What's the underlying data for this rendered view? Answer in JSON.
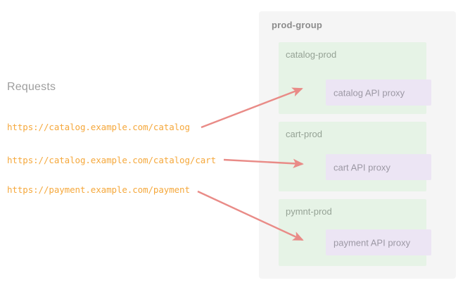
{
  "diagram": {
    "background": "#ffffff",
    "requests_section": {
      "label": "Requests",
      "label_color": "#9e9e9e",
      "url_color": "#f5a83c",
      "urls": [
        "https://catalog.example.com/catalog",
        "https://catalog.example.com/catalog/cart",
        "https://payment.example.com/payment"
      ]
    },
    "group": {
      "title": "prod-group",
      "panel_color": "#f5f5f5",
      "title_color": "#8c8c8c",
      "environments": [
        {
          "name": "catalog-prod",
          "box_color": "#e6f3e6",
          "proxy": {
            "label": "catalog API proxy",
            "box_color": "#ece5f4",
            "text_color": "#9c98a4"
          }
        },
        {
          "name": "cart-prod",
          "box_color": "#e6f3e6",
          "proxy": {
            "label": "cart API proxy",
            "box_color": "#ece5f4",
            "text_color": "#9c98a4"
          }
        },
        {
          "name": "pymnt-prod",
          "box_color": "#e6f3e6",
          "proxy": {
            "label": "payment API proxy",
            "box_color": "#ece5f4",
            "text_color": "#9c98a4"
          }
        }
      ]
    },
    "connectors": {
      "color": "#e98b87",
      "arrows": [
        {
          "from_request": "https://catalog.example.com/catalog",
          "to_proxy": "catalog API proxy"
        },
        {
          "from_request": "https://catalog.example.com/catalog/cart",
          "to_proxy": "cart API proxy"
        },
        {
          "from_request": "https://payment.example.com/payment",
          "to_proxy": "payment API proxy"
        }
      ]
    }
  }
}
